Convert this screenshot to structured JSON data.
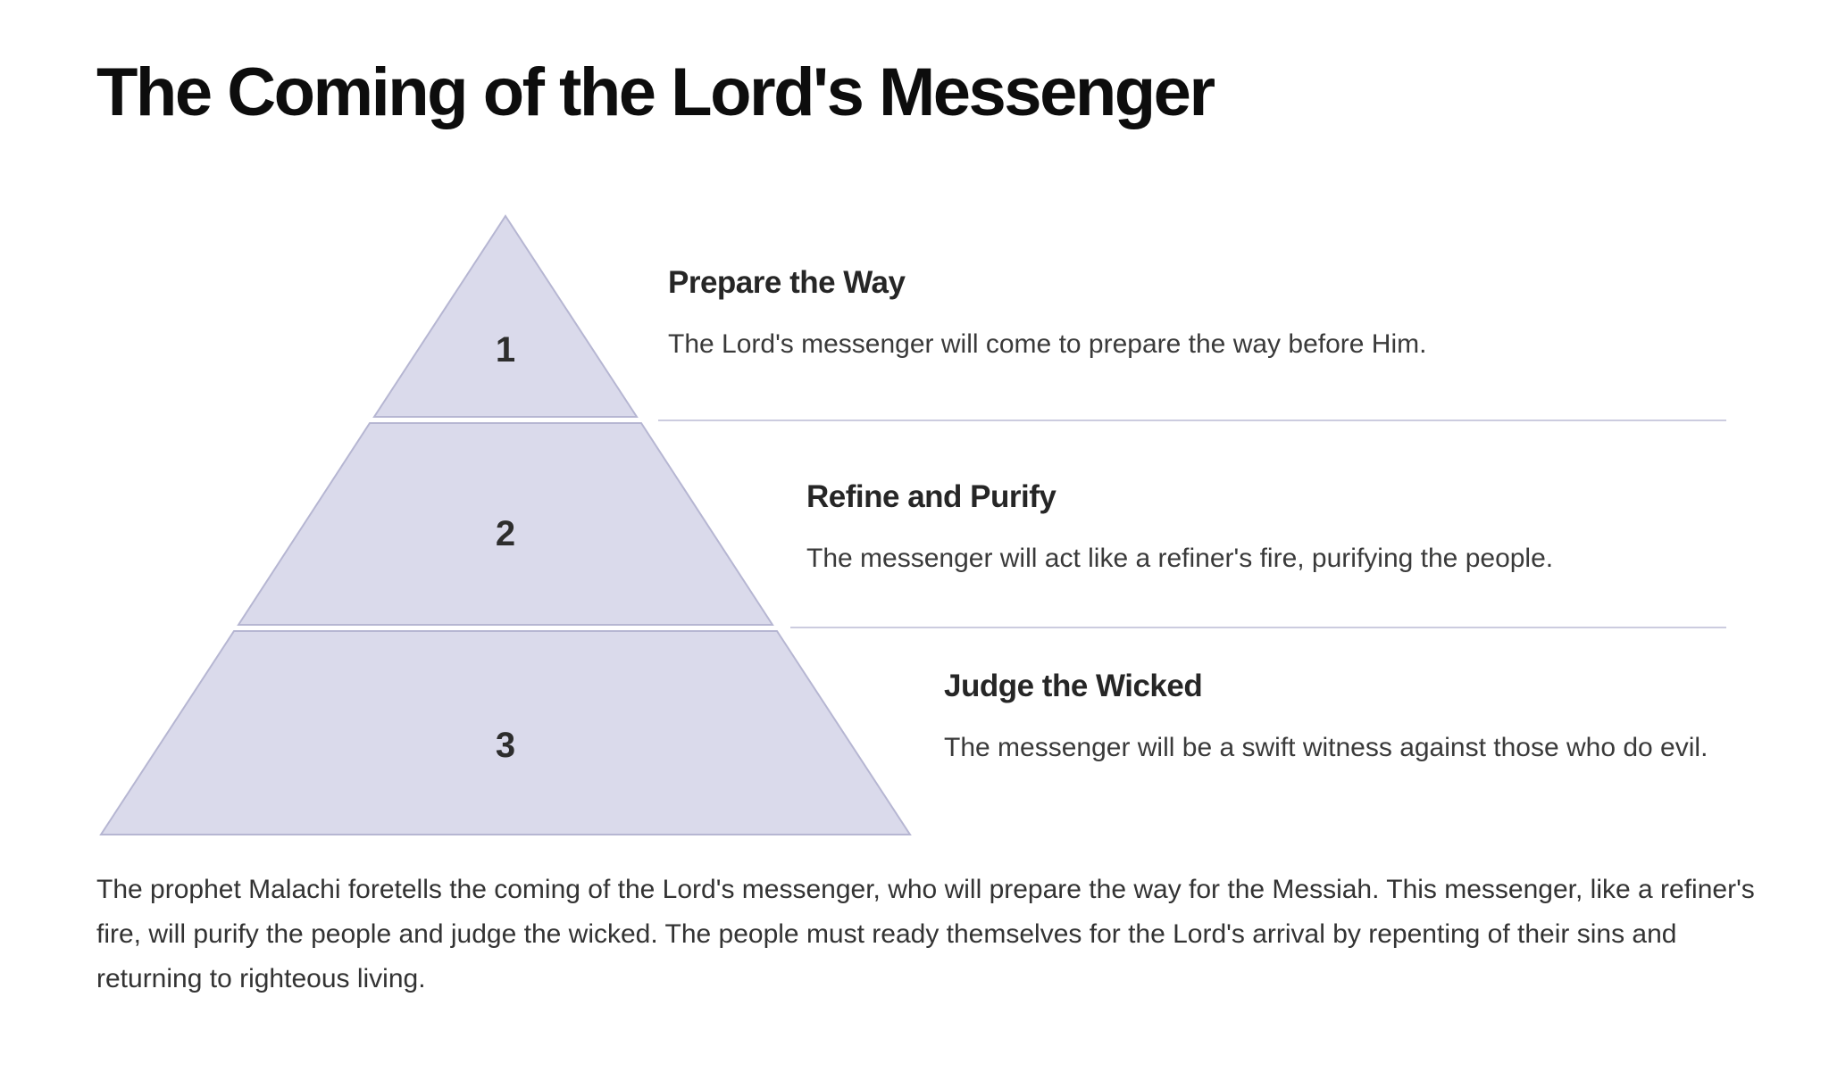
{
  "page": {
    "title": "The Coming of the Lord's Messenger"
  },
  "pyramid": {
    "type": "pyramid-diagram",
    "levels": [
      {
        "number": "1",
        "heading": "Prepare the Way",
        "description": "The Lord's messenger will come to prepare the way before Him."
      },
      {
        "number": "2",
        "heading": "Refine and Purify",
        "description": "The messenger will act like a refiner's fire, purifying the people."
      },
      {
        "number": "3",
        "heading": "Judge the Wicked",
        "description": "The messenger will be a swift witness against those who do evil."
      }
    ],
    "colors": {
      "segment_fill": "#dadaeb",
      "segment_border": "#b6b6d2",
      "divider": "#ccccdf",
      "number_text": "#2d2d2d"
    }
  },
  "summary": {
    "text": "The prophet Malachi foretells the coming of the Lord's messenger, who will prepare the way for the Messiah. This messenger, like a refiner's fire, will purify the people and judge the wicked. The people must ready themselves for the Lord's arrival by repenting of their sins and returning to righteous living."
  }
}
